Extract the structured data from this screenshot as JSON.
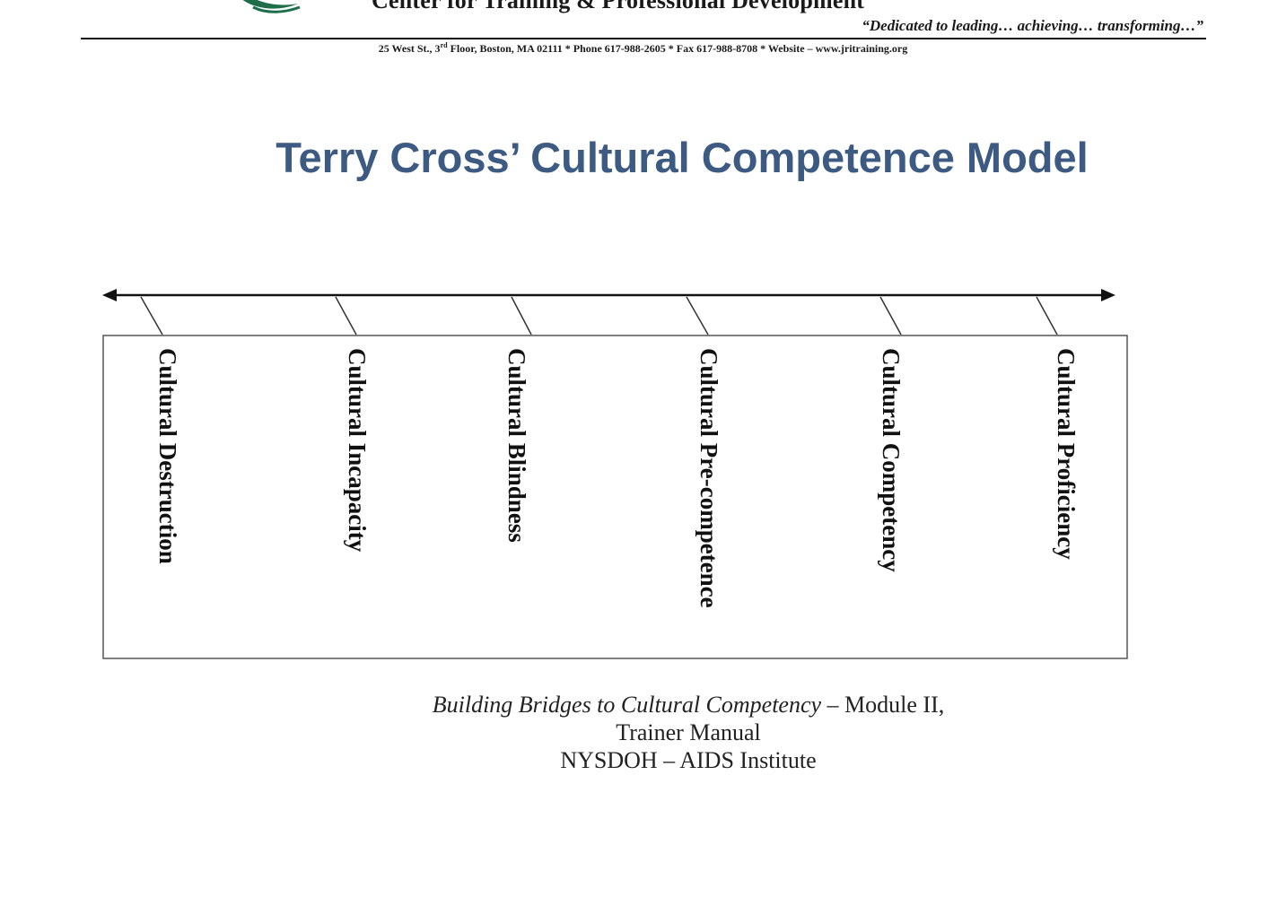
{
  "letterhead": {
    "org_name": "Center for Training & Professional Development",
    "tagline": "“Dedicated to leading… achieving… transforming…”",
    "address_pre": "25 West St., 3",
    "address_sup": "rd",
    "address_post": " Floor, Boston, MA  02111 * Phone 617-988-2605 * Fax 617-988-8708 * Website – www.jritraining.org",
    "logo_icon": "swoosh-logo-icon",
    "logo_color": "#1f6e4a"
  },
  "title": "Terry Cross’ Cultural Competence Model",
  "title_color": "#3d5a82",
  "continuum": {
    "arrow": "double-headed",
    "stages": [
      "Cultural  Destruction",
      "Cultural Incapacity",
      "Cultural Blindness",
      "Cultural Pre-competence",
      "Cultural Competency",
      "Cultural Proficiency"
    ]
  },
  "citation": {
    "book_title": "Building Bridges to Cultural Competency",
    "suffix": " – Module II,",
    "line2": "Trainer Manual",
    "line3": "NYSDOH – AIDS Institute"
  }
}
